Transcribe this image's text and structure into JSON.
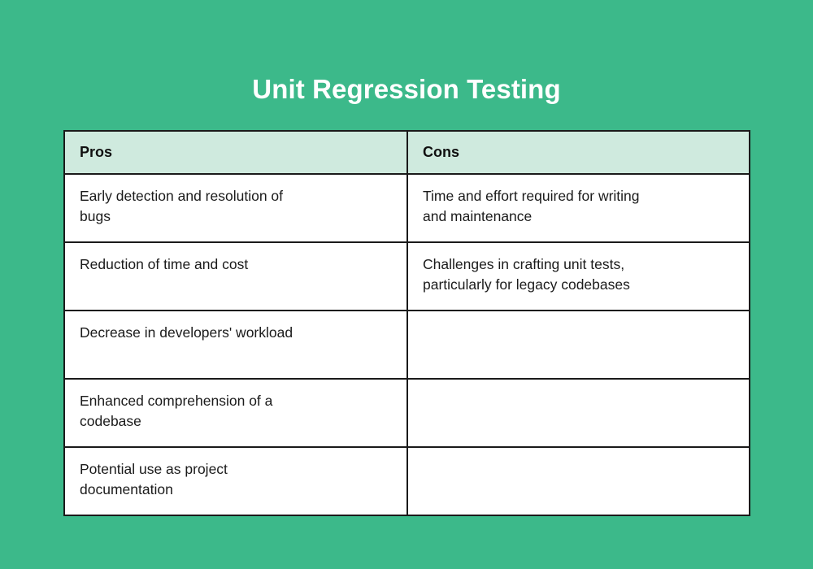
{
  "slide": {
    "title": "Unit Regression Testing",
    "background_color": "#3cb98a",
    "title_color": "#ffffff"
  },
  "table": {
    "header_background": "#cfeade",
    "border_color": "#1a1a1a",
    "cell_background": "#ffffff",
    "columns": [
      {
        "key": "pros",
        "header": "Pros"
      },
      {
        "key": "cons",
        "header": "Cons"
      }
    ],
    "rows": [
      {
        "pros": "Early detection and resolution of\nbugs",
        "cons": "Time and effort required for writing\nand maintenance"
      },
      {
        "pros": "Reduction of time and cost",
        "cons": "Challenges in crafting unit tests,\nparticularly for legacy codebases"
      },
      {
        "pros": "Decrease in developers' workload",
        "cons": ""
      },
      {
        "pros": "Enhanced comprehension of a\ncodebase",
        "cons": ""
      },
      {
        "pros": "Potential use as project\ndocumentation",
        "cons": ""
      }
    ]
  }
}
